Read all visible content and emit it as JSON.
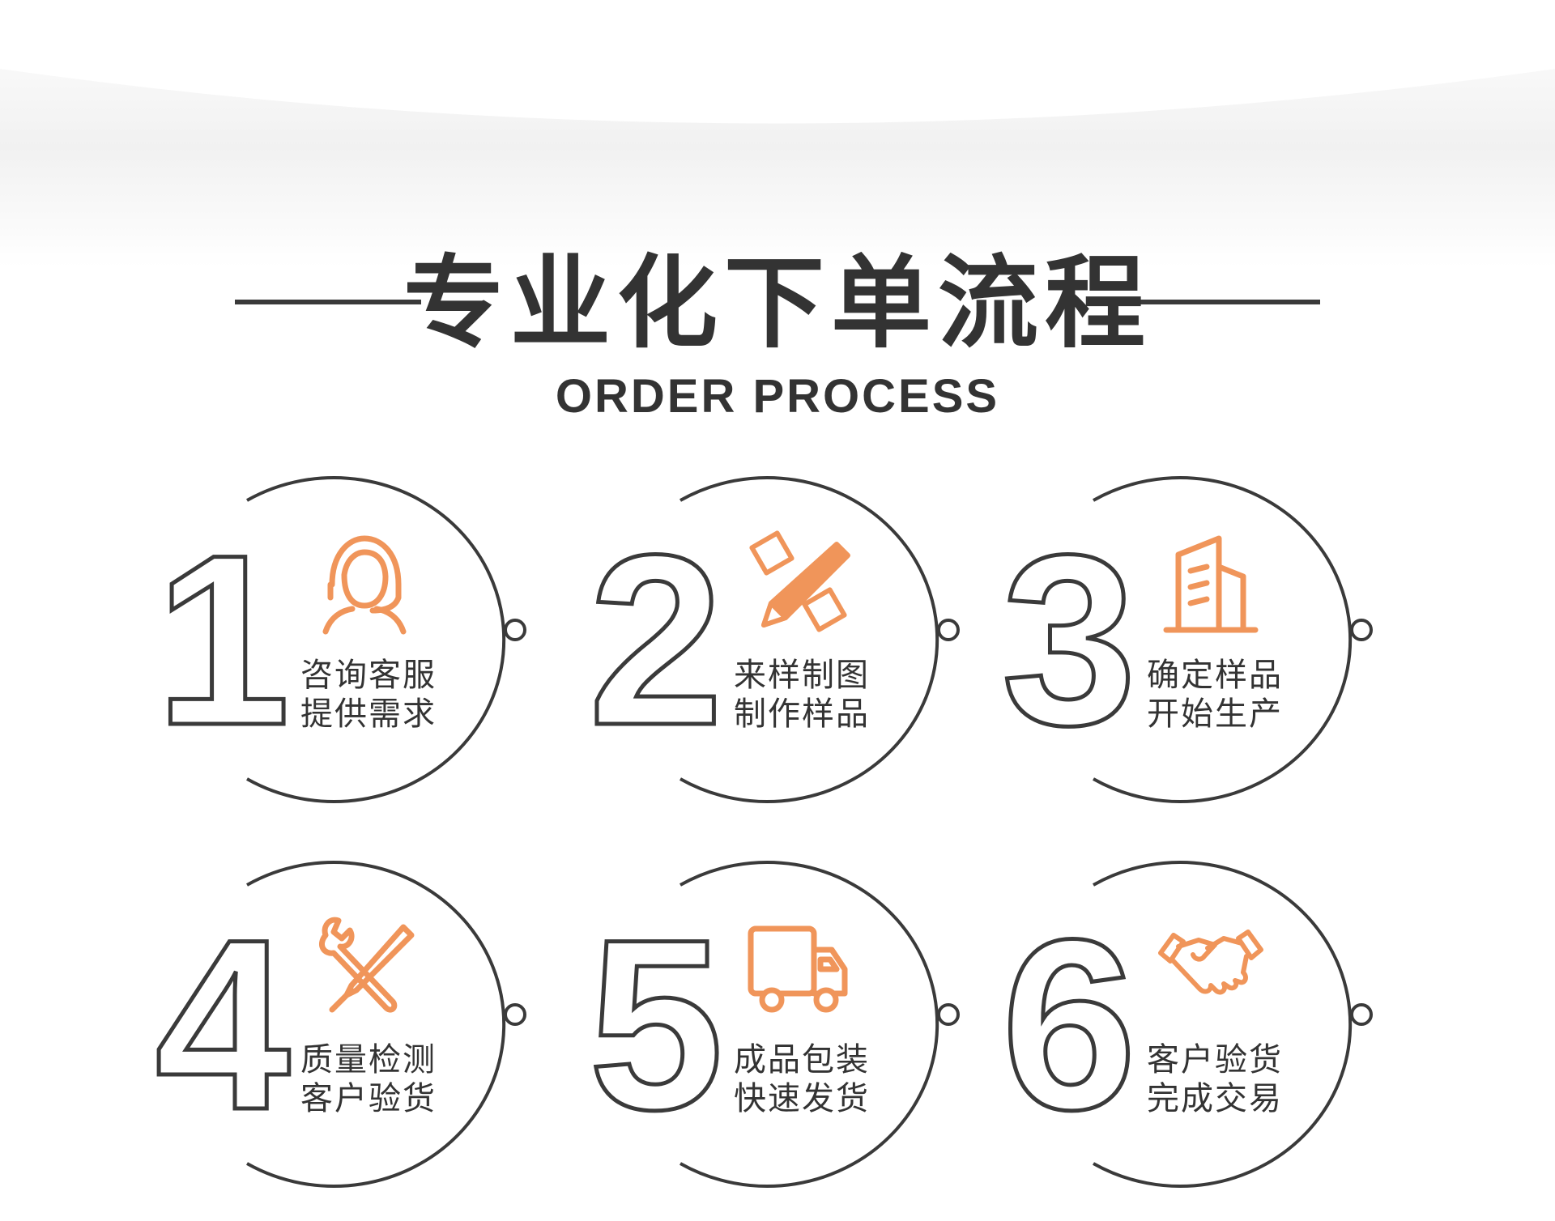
{
  "header": {
    "title": "专业化下单流程",
    "subtitle": "ORDER PROCESS"
  },
  "colors": {
    "accent": "#f0955a",
    "line": "#3a3a3a",
    "text": "#333333"
  },
  "steps": [
    {
      "number": "1",
      "icon": "customer-service-headset-icon",
      "line1": "咨询客服",
      "line2": "提供需求"
    },
    {
      "number": "2",
      "icon": "pencil-ruler-icon",
      "line1": "来样制图",
      "line2": "制作样品"
    },
    {
      "number": "3",
      "icon": "factory-building-icon",
      "line1": "确定样品",
      "line2": "开始生产"
    },
    {
      "number": "4",
      "icon": "wrench-screwdriver-icon",
      "line1": "质量检测",
      "line2": "客户验货"
    },
    {
      "number": "5",
      "icon": "delivery-truck-icon",
      "line1": "成品包装",
      "line2": "快速发货"
    },
    {
      "number": "6",
      "icon": "handshake-icon",
      "line1": "客户验货",
      "line2": "完成交易"
    }
  ]
}
